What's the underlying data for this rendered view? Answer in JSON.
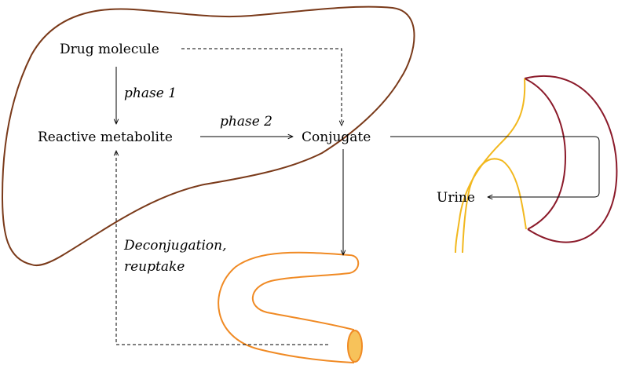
{
  "nodes": {
    "drug": "Drug molecule",
    "reactive": "Reactive metabolite",
    "conjugate": "Conjugate",
    "urine": "Urine"
  },
  "edges": {
    "phase1": "phase 1",
    "phase2": "phase 2",
    "deconj_line1": "Deconjugation,",
    "deconj_line2": "reuptake"
  },
  "colors": {
    "liver_outline": "#7a3a1a",
    "kidney_outline": "#8b1a2a",
    "ureter": "#f2b81e",
    "intestine_outline": "#f08a24",
    "intestine_end_fill": "#f7c25a",
    "arrow": "#000000"
  }
}
